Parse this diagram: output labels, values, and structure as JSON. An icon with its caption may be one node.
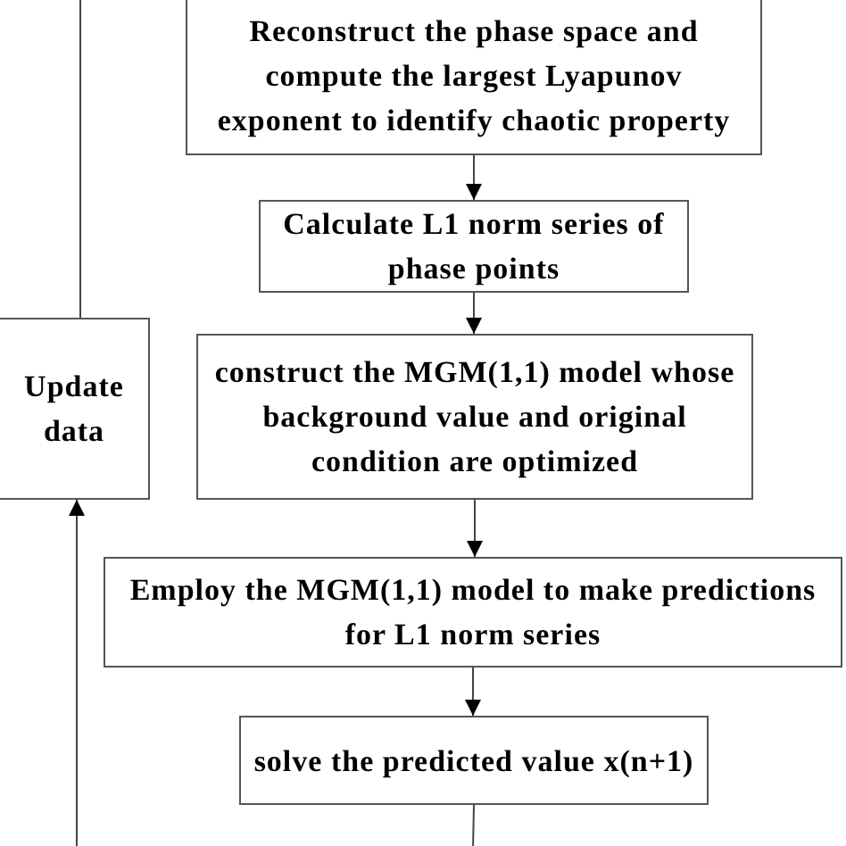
{
  "diagram": {
    "nodes": [
      {
        "text": [
          "Reconstruct the phase space and compute the largest Lyapunov exponent  to identify chaotic property"
        ]
      },
      {
        "text": [
          "Calculate  L1 norm series of phase points"
        ]
      },
      {
        "text": [
          "construct the MGM(1,1) model whose background value and original condition are optimized"
        ]
      },
      {
        "text": [
          "Employ the MGM(1,1) model to make predictions for  L1 norm series"
        ]
      },
      {
        "text": [
          "solve the predicted value x(n+1)"
        ]
      },
      {
        "text": [
          "Update data"
        ]
      }
    ],
    "edges": [
      {
        "from": 0,
        "to": 1,
        "arrow": "to"
      },
      {
        "from": 1,
        "to": 2,
        "arrow": "to"
      },
      {
        "from": 2,
        "to": 3,
        "arrow": "to"
      },
      {
        "from": 3,
        "to": 4,
        "arrow": "to"
      },
      {
        "from": 4,
        "to": null,
        "arrow": "none"
      },
      {
        "from": null,
        "to": 5,
        "arrow": "to"
      },
      {
        "from": 5,
        "to": null,
        "arrow": "none"
      }
    ]
  }
}
